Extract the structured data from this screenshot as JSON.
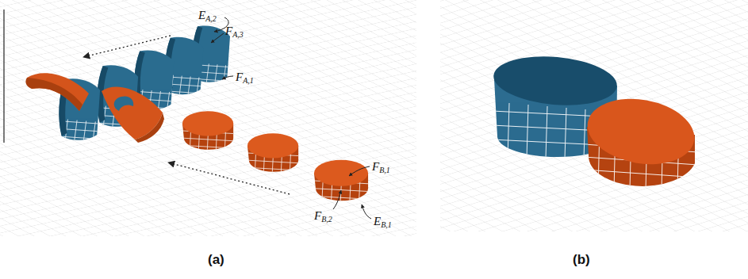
{
  "diagram": {
    "labels": [
      "EA,2",
      "FA,3",
      "FA,1",
      "FB,1",
      "FB,2",
      "EB,1",
      "(a)",
      "(b)"
    ]
  }
}
